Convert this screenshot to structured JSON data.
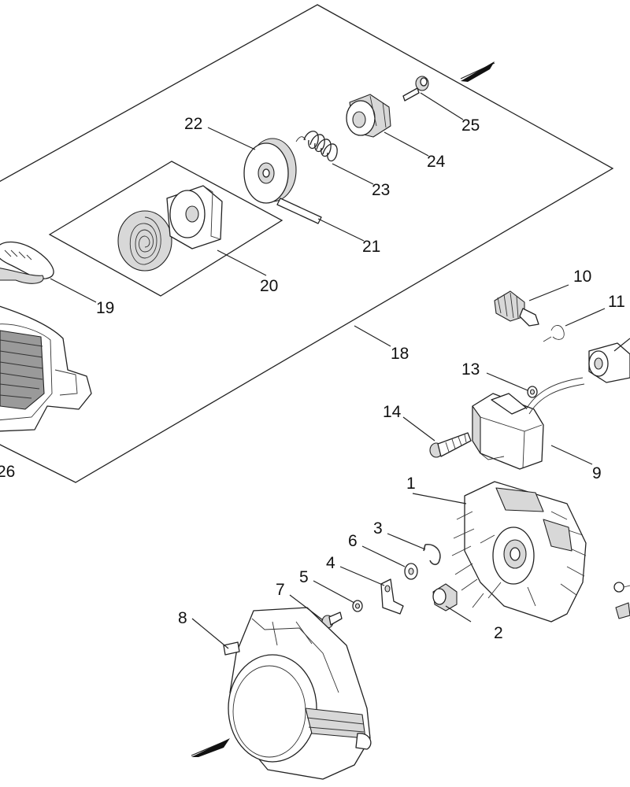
{
  "callouts": {
    "c1": "1",
    "c2": "2",
    "c3": "3",
    "c4": "4",
    "c5": "5",
    "c6": "6",
    "c7": "7",
    "c8": "8",
    "c9": "9",
    "c10": "10",
    "c11": "11",
    "c13": "13",
    "c14": "14",
    "c18": "18",
    "c19": "19",
    "c20": "20",
    "c21": "21",
    "c22": "22",
    "c23": "23",
    "c24": "24",
    "c25": "25",
    "c26": "26"
  }
}
